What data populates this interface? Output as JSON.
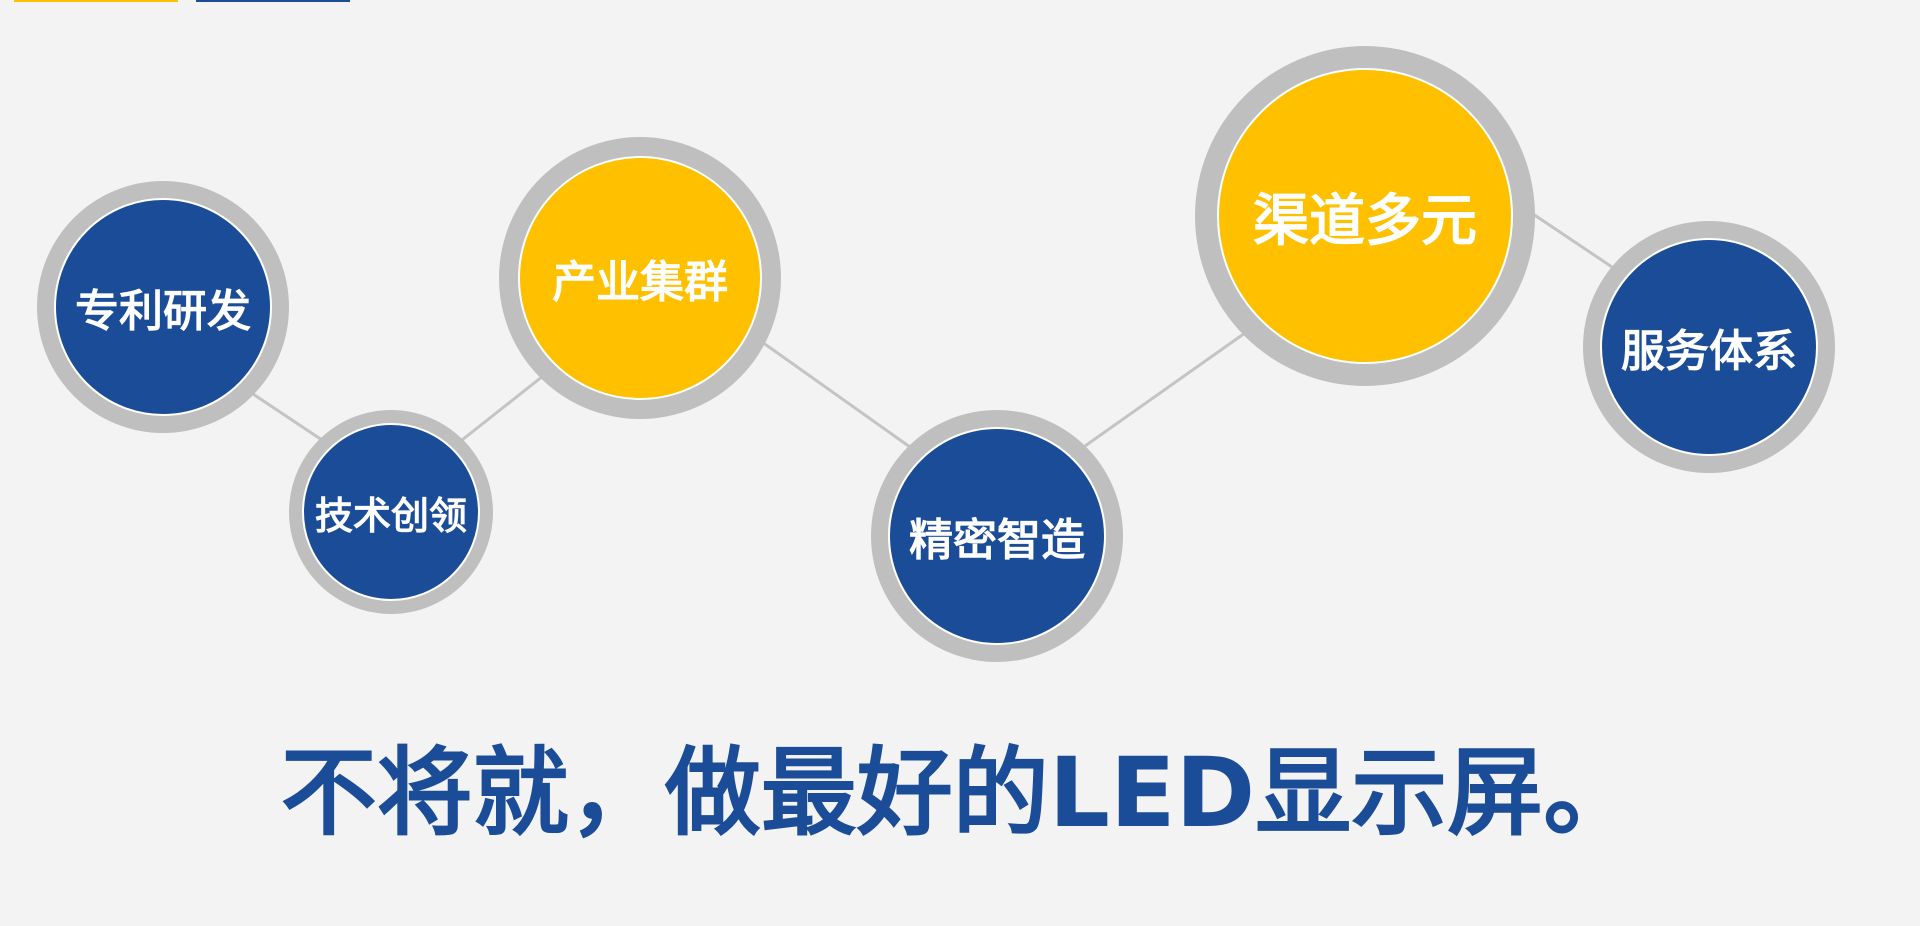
{
  "colors": {
    "background": "#f3f3f3",
    "brand_blue": "#1b4c98",
    "brand_yellow": "#ffc000",
    "ring_gray": "#bfbfbf",
    "connector_gray": "#c4c4c4"
  },
  "diagram": {
    "nodes": [
      {
        "id": "patent-rd",
        "label": "专利研发",
        "color": "blue"
      },
      {
        "id": "tech-leadership",
        "label": "技术创领",
        "color": "blue"
      },
      {
        "id": "industry-cluster",
        "label": "产业集群",
        "color": "yellow"
      },
      {
        "id": "precision-manufacturing",
        "label": "精密智造",
        "color": "blue"
      },
      {
        "id": "diversified-channels",
        "label": "渠道多元",
        "color": "yellow"
      },
      {
        "id": "service-system",
        "label": "服务体系",
        "color": "blue"
      }
    ]
  },
  "slogan": {
    "text": "不将就，做最好的LED显示屏。"
  }
}
